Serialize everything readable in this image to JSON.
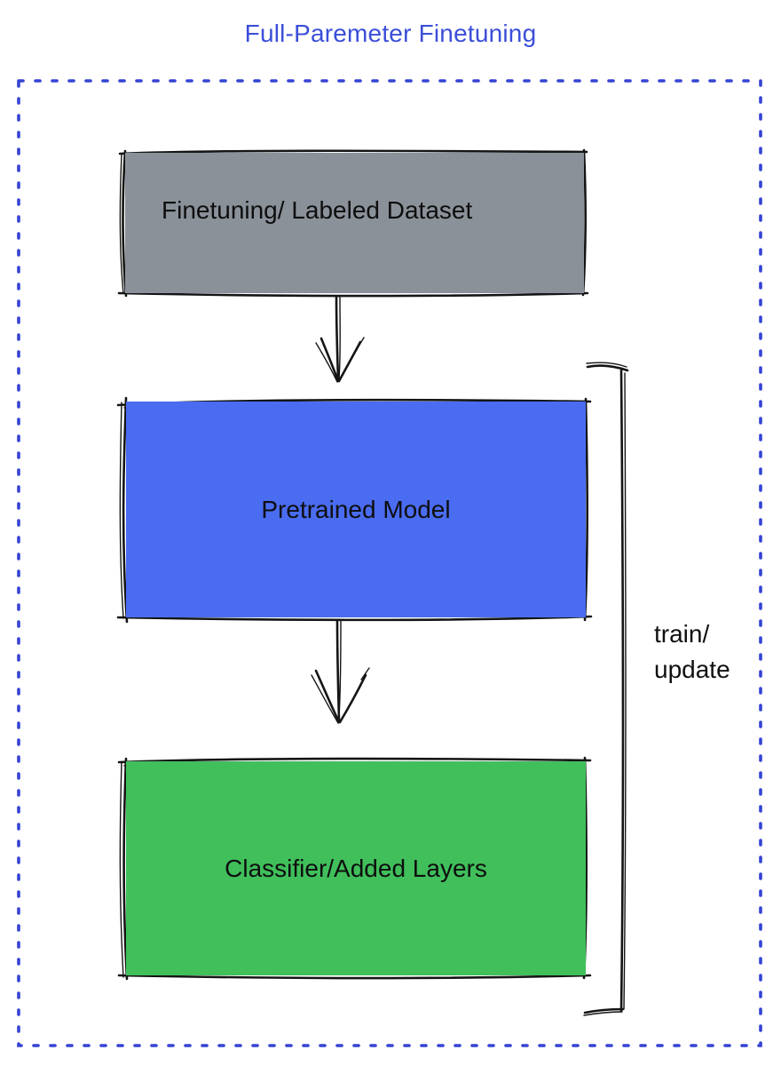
{
  "title": "Full-Paremeter Finetuning",
  "nodes": [
    {
      "id": "finetuning-dataset",
      "label": "Finetuning/ Labeled Dataset",
      "fill": "#8a9199"
    },
    {
      "id": "pretrained-model",
      "label": "Pretrained Model",
      "fill": "#4a6cf0"
    },
    {
      "id": "classifier-added-layers",
      "label": "Classifier/Added Layers",
      "fill": "#40bf5b"
    }
  ],
  "edges": [
    {
      "from": "finetuning-dataset",
      "to": "pretrained-model",
      "type": "arrow-down"
    },
    {
      "from": "pretrained-model",
      "to": "classifier-added-layers",
      "type": "arrow-down"
    }
  ],
  "bracket": {
    "label_line1": "train/",
    "label_line2": "update"
  },
  "colors": {
    "title_text": "#3b4ed9",
    "dotted_border": "#3543d4",
    "node_gray": "#8a9199",
    "node_blue": "#4a6cf0",
    "node_green": "#40bf5b",
    "sketch_stroke": "#151515",
    "label_text": "#0e0e0e"
  }
}
